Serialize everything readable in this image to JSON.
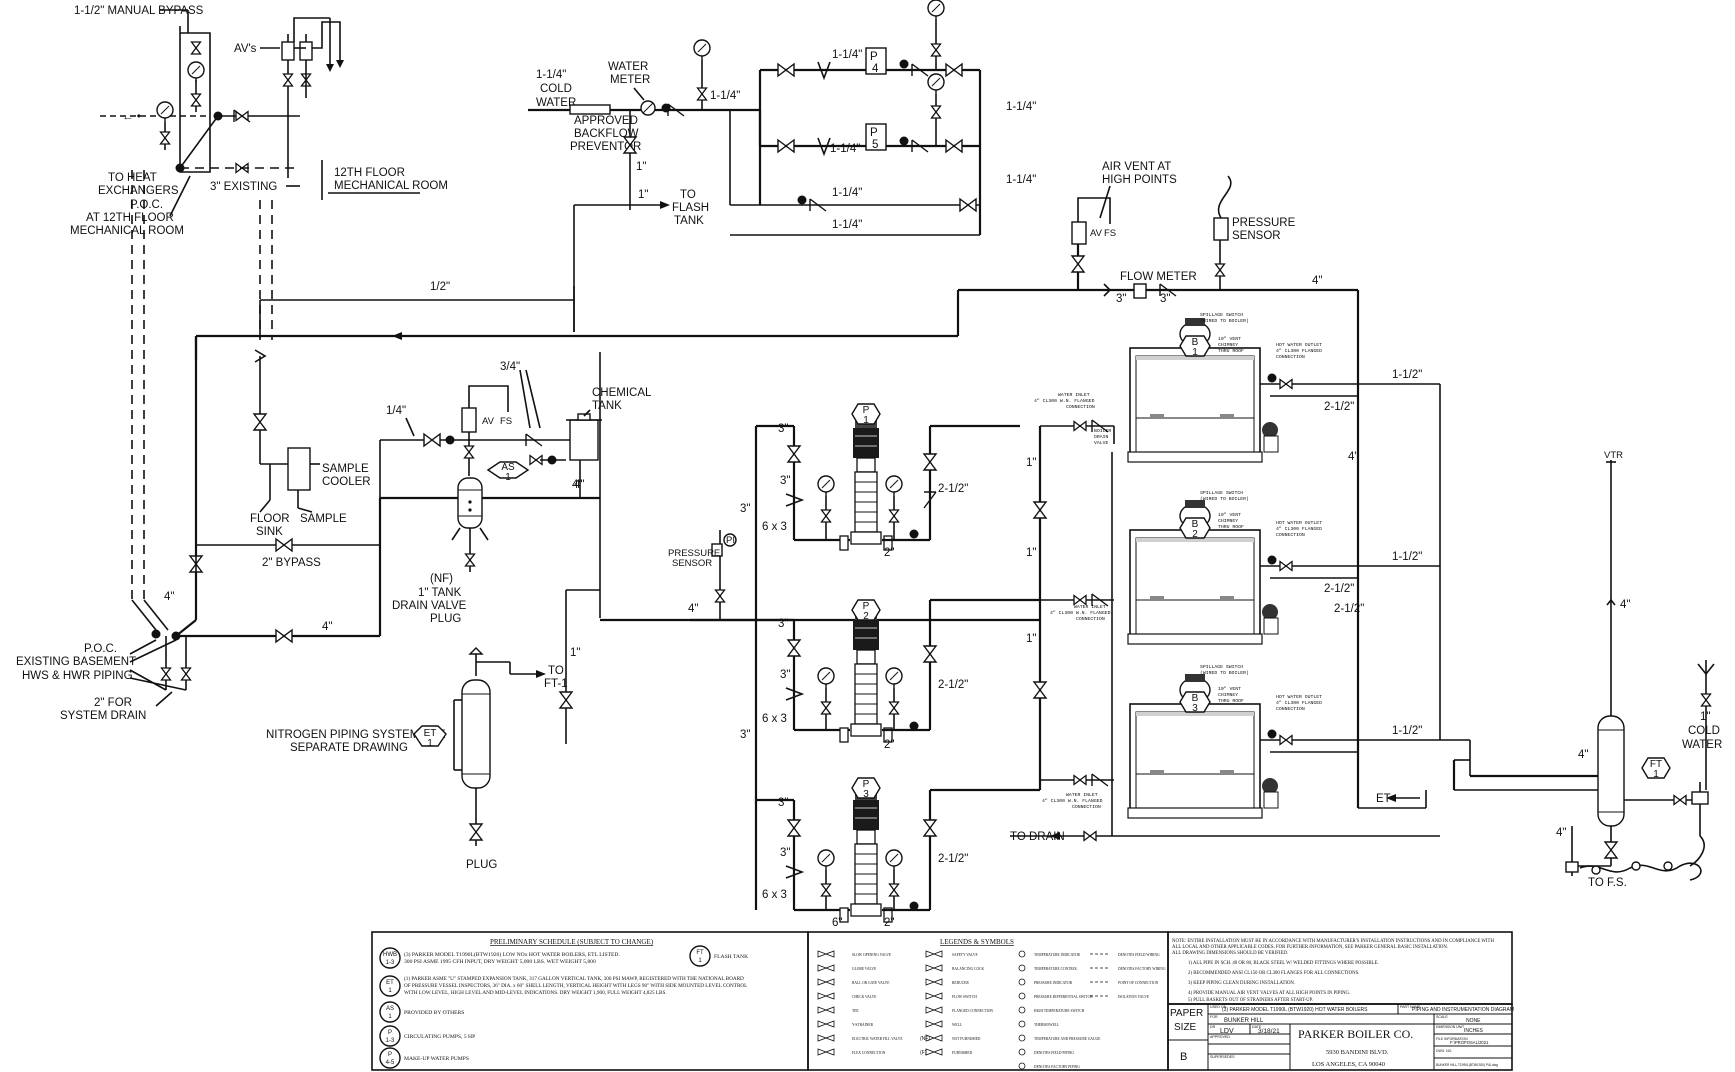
{
  "labels": {
    "manual_bypass": "1-1/2\" MANUAL BYPASS",
    "avs": "AV's",
    "to_heat_exchangers": [
      "TO HEAT",
      "EXCHANGERS"
    ],
    "poc_12th": [
      "P.O.C.",
      "AT 12TH FLOOR",
      "MECHANICAL ROOM"
    ],
    "existing_3": "3\" EXISTING",
    "floor12": [
      "12TH FLOOR",
      "MECHANICAL ROOM"
    ],
    "cold_water_in": [
      "1-1/4\"",
      "COLD",
      "WATER"
    ],
    "water_meter": [
      "WATER",
      "METER"
    ],
    "backflow": [
      "APPROVED",
      "BACKFLOW",
      "PREVENTOR"
    ],
    "to_flash_tank": [
      "TO",
      "FLASH",
      "TANK"
    ],
    "air_vent_high": [
      "AIR VENT AT",
      "HIGH POINTS"
    ],
    "pressure_sensor": [
      "PRESSURE",
      "SENSOR"
    ],
    "flow_meter": "FLOW METER",
    "chemical_tank": [
      "CHEMICAL",
      "TANK"
    ],
    "sample_cooler": [
      "SAMPLE",
      "COOLER"
    ],
    "floor_sink": [
      "FLOOR",
      "SINK"
    ],
    "sample": "SAMPLE",
    "bypass2": "2\" BYPASS",
    "tank_drain": [
      "(NF)",
      "1\" TANK",
      "DRAIN VALVE",
      "PLUG"
    ],
    "poc_basement": [
      "P.O.C.",
      "EXISTING BASEMENT",
      "HWS & HWR PIPING"
    ],
    "system_drain": [
      "2\" FOR",
      "SYSTEM DRAIN"
    ],
    "nitrogen": [
      "NITROGEN PIPING SYSTEM SEE",
      "SEPARATE DRAWING"
    ],
    "to_ft1": [
      "TO",
      "FT-1"
    ],
    "plug": "PLUG",
    "to_drain": "TO DRAIN",
    "et": "ET",
    "vtr": "VTR",
    "cold_water_right": [
      "1\"",
      "COLD",
      "WATER"
    ],
    "to_fs": "TO F.S.",
    "av": "AV",
    "fs": "FS",
    "pressure_sensor_small": [
      "PRESSURE",
      "SENSOR"
    ],
    "boiler_notes": {
      "spillage": [
        "SPILLAGE SWITCH",
        "(WIRED TO BOILER)"
      ],
      "vent": [
        "10\" VENT",
        "CHIMNEY",
        "THRU ROOF"
      ],
      "outlet": [
        "HOT WATER OUTLET",
        "4\" CL300 FLANGED",
        "CONNECTION"
      ],
      "inlet": [
        "WATER INLET",
        "4\" CL300 W.N. FLANGED",
        "CONNECTION"
      ],
      "drain": [
        "BOILER",
        "DRAIN",
        "VALVE"
      ]
    }
  },
  "sizes": {
    "s1_1_4": "1-1/4\"",
    "s1": "1\"",
    "s1_2": "1/2\"",
    "s1_4": "1/4\"",
    "s3_4": "3/4\"",
    "s4": "4\"",
    "s3": "3\"",
    "s2": "2\"",
    "s6": "6\"",
    "s6x3": "6 x 3",
    "s2_1_2": "2-1/2\"",
    "s1_1_2": "1-1/2\""
  },
  "tags": {
    "P1": [
      "P",
      "1"
    ],
    "P2": [
      "P",
      "2"
    ],
    "P3": [
      "P",
      "3"
    ],
    "P4": [
      "P",
      "4"
    ],
    "P5": [
      "P",
      "5"
    ],
    "B1": [
      "B",
      "1"
    ],
    "B2": [
      "B",
      "2"
    ],
    "B3": [
      "B",
      "3"
    ],
    "AS1": [
      "AS",
      "1"
    ],
    "ET1": [
      "ET",
      "1"
    ],
    "FT1": [
      "FT",
      "1"
    ]
  },
  "schedule": {
    "title": "PRELIMINARY SCHEDULE (SUBJECT TO CHANGE)",
    "rows": [
      {
        "tag": [
          "HWB",
          "1-3"
        ],
        "text": [
          "(3) PARKER MODEL T1990L(BTW1920) LOW NOx HOT WATER BOILERS, ETL LISTED.",
          "300 PSI ASME 1995 CFH INPUT, DRY WEIGHT 5,000 LBS. WET WEIGHT 5,800"
        ]
      },
      {
        "tag": [
          "ET",
          "1"
        ],
        "text": [
          "(1) PARKER ASME \"U\" STAMPED EXPANSION TANK, 317 GALLON VERTICAL TANK, 300 PSI MAWP, REGISTERED WITH THE NATIONAL BOARD",
          "OF PRESSURE VESSEL INSPECTORS, 36\" DIA. x 60\" SHELL LENGTH, VERTICAL HEIGHT WITH LEGS 90\" WITH SIDE MOUNTED LEVEL CONTROL",
          "WITH LOW LEVEL, HIGH LEVEL AND MID-LEVEL INDICATIONS. DRY WEIGHT 1,900, FULL WEIGHT 4,825 LBS."
        ]
      },
      {
        "tag": [
          "AS",
          "1"
        ],
        "text": [
          "PROVIDED BY OTHERS"
        ]
      },
      {
        "tag": [
          "P",
          "1-3"
        ],
        "text": [
          "CIRCULATING PUMPS, 5 HP"
        ]
      },
      {
        "tag": [
          "P",
          "4-5"
        ],
        "text": [
          "MAKE-UP WATER PUMPS"
        ]
      }
    ],
    "ft_tag": [
      "FT",
      "1"
    ],
    "ft_text": "FLASH TANK"
  },
  "legend": {
    "title": "LEGENDS & SYMBOLS",
    "col1": [
      "SLOW OPENING VALVE",
      "GLOBE VALVE",
      "BALL OR GATE VALVE",
      "CHECK VALVE",
      "TEE",
      "Y-STRAINER",
      "ELECTRIC WATER FILL VALVE",
      "FLEX CONNECTION"
    ],
    "col2": [
      "SAFETY VALVE",
      "BALANCING COCK",
      "REDUCER",
      "FLOW SWITCH",
      "FLANGED CONNECTION",
      "WELL",
      "NOT FURNISHED",
      "FURNISHED"
    ],
    "col2_sym": [
      "",
      "",
      "",
      "",
      "",
      "",
      "(NF)",
      "(F)"
    ],
    "col3": [
      "TEMPERATURE INDICATOR",
      "TEMPERATURE CONTROL",
      "PRESSURE INDICATOR",
      "PRESSURE DIFFERENTIAL SWITCH",
      "HIGH TEMPERATURE SWITCH",
      "THERMOWELL",
      "TEMPERATURE AND PRESSURE GAUGE",
      "DENOTES FIELD PIPING",
      "DENOTES FACTORY PIPING"
    ],
    "col4": [
      "DENOTES FIELD WIRING",
      "DENOTES FACTORY WIRING",
      "POINT OF CONNECTION",
      "ISOLATION VALVE"
    ]
  },
  "notes": {
    "header": [
      "NOTE: ENTIRE INSTALLATION MUST BE IN ACCORDANCE WITH MANUFACTURER'S INSTALLATION INSTRUCTIONS AND IN COMPLIANCE WITH",
      "ALL LOCAL AND OTHER APPLICABLE CODES. FOR FURTHER INFORMATION, SEE PARKER GENERAL BASIC INSTALLATION.",
      "ALL DRAWING DIMENSIONS SHOULD BE VERIFIED."
    ],
    "items": [
      "1)  ALL PIPE IN SCH. 40 OR 80, BLACK STEEL W/ WELDED FITTINGS WHERE POSSIBLE.",
      "2)  RECOMMENDED ANSI CL150 OR CL300 FLANGES FOR ALL CONNECTIONS.",
      "3)  KEEP PIPING CLEAN DURING INSTALLATION.",
      "4)  PROVIDE MANUAL AIR VENT VALVES AT ALL HIGH POINTS IN PIPING.",
      "5)  PULL BASKETS OUT OF STRAINERS AFTER START-UP."
    ]
  },
  "title_block": {
    "paper_size_label": [
      "PAPER",
      "SIZE"
    ],
    "paper_size": "B",
    "used_on": "USED ON",
    "used_on_val": "(3) PARKER MODEL T1990L (BTW1920) HOT WATER BOILERS",
    "part_name": "PART NAME",
    "part_name_val": "PIPING AND INSTRUMENTATION DIAGRAM",
    "for": "FOR",
    "for_val": "BUNKER HILL",
    "dr": "DR",
    "dr_val": "LDV",
    "date": "DATE",
    "date_val": "3/18/21",
    "approved": "APPROVED",
    "supersedes": "SUPERSEDES",
    "company": "PARKER BOILER CO.",
    "address1": "5930 BANDINI BLVD.",
    "address2": "LOS ANGELES, CA  90040",
    "scale": "SCALE",
    "scale_val": "NONE",
    "dim_unit": "DIMENSION UNIT",
    "dim_unit_val": "INCHES",
    "file": "FILE INFORMATION",
    "file_val": "F:\\PROPOSAL\\2021",
    "dwg_no": "DWG. NO.",
    "dwg_val": "BUNKER HILL-T1990L(BTW1920) P&I.dwg"
  }
}
